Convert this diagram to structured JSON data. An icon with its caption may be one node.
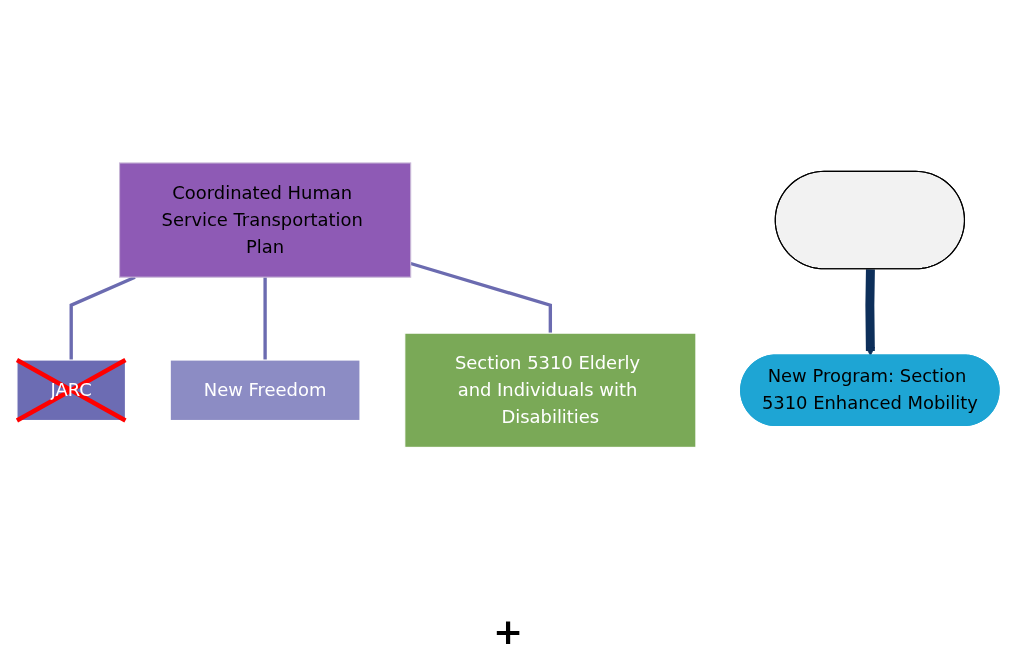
{
  "diagram": {
    "nodes": [
      {
        "text": [
          "Coordinated Human Service Transportation Plan"
        ]
      },
      {
        "text": [
          "JARC"
        ]
      },
      {
        "text": [
          "New Freedom"
        ]
      },
      {
        "text": [
          "Section 5310 Elderly and Individuals with Disabilities"
        ]
      },
      {
        "text": [],
        "shape": "ellipse"
      },
      {
        "text": [
          "New Program: Section 5310 Enhanced Mobility"
        ]
      }
    ],
    "edges": [
      {
        "from": 0,
        "to": 1,
        "arrow": "none"
      },
      {
        "from": 0,
        "to": 2,
        "arrow": "none"
      },
      {
        "from": 0,
        "to": 3,
        "arrow": "none"
      },
      {
        "from": 4,
        "to": 5,
        "arrow": "to",
        "style": "thick",
        "color": "#0d2f5a"
      }
    ],
    "labels": [
      "+"
    ]
  }
}
